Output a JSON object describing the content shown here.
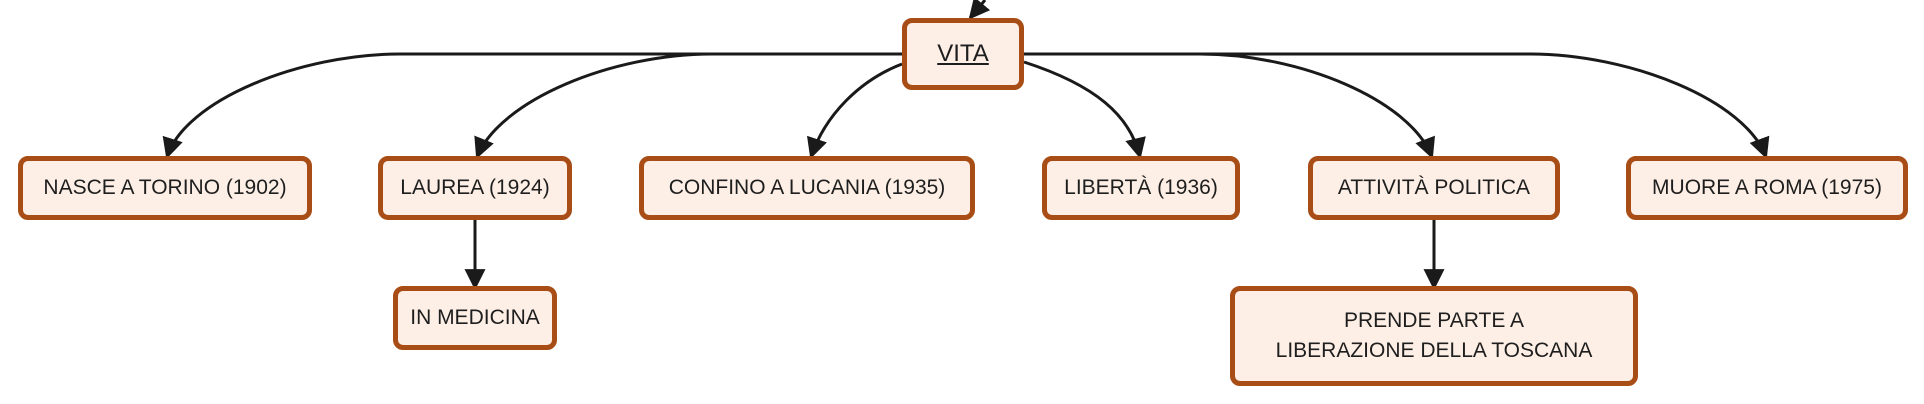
{
  "colors": {
    "node_border": "#a84d15",
    "node_fill": "#fdefe6",
    "connector": "#1a1a1a",
    "text": "#1e1e1e"
  },
  "root": {
    "label": "VITA"
  },
  "children": [
    {
      "label": "NASCE A TORINO (1902)"
    },
    {
      "label": "LAUREA (1924)",
      "detail": "IN MEDICINA"
    },
    {
      "label": "CONFINO A LUCANIA (1935)"
    },
    {
      "label": "LIBERTÀ (1936)"
    },
    {
      "label": "ATTIVITÀ POLITICA",
      "detail": "PRENDE PARTE A LIBERAZIONE DELLA TOSCANA"
    },
    {
      "label": "MUORE A ROMA (1975)"
    }
  ]
}
